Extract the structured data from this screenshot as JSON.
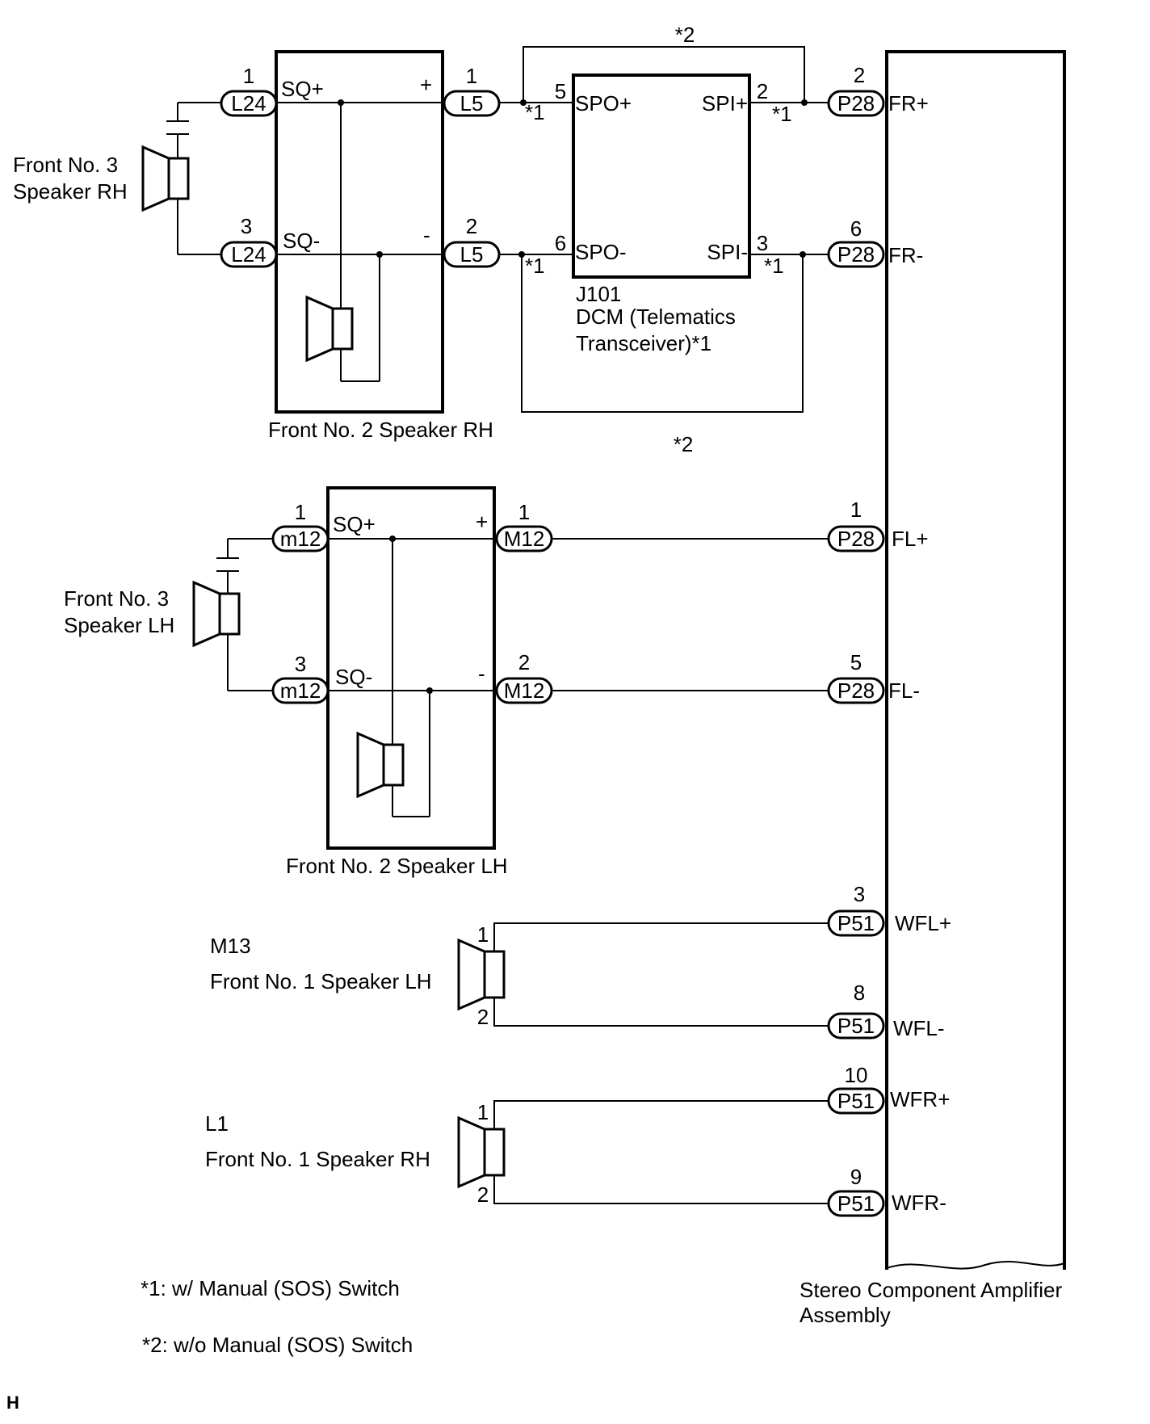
{
  "labels": {
    "front3_rh_line1": "Front No. 3",
    "front3_rh_line2": "Speaker RH",
    "front3_lh_line1": "Front No. 3",
    "front3_lh_line2": "Speaker LH",
    "front2_rh": "Front No. 2 Speaker RH",
    "front2_lh": "Front No. 2 Speaker LH",
    "dcm_id": "J101",
    "dcm_line1": "DCM (Telematics",
    "dcm_line2": "Transceiver)*1",
    "m13_id": "M13",
    "front1_lh": "Front No. 1 Speaker LH",
    "l1_id": "L1",
    "front1_rh": "Front No. 1 Speaker RH",
    "amp_line1": "Stereo Component Amplifier",
    "amp_line2": "Assembly",
    "note1": "*1: w/ Manual (SOS) Switch",
    "note2": "*2: w/o Manual (SOS) Switch",
    "corner": "H"
  },
  "connectors": {
    "L24": "L24",
    "L5": "L5",
    "P28": "P28",
    "m12": "m12",
    "M12": "M12",
    "P51": "P51"
  },
  "pins": {
    "l24_top": "1",
    "l24_bot": "3",
    "l5_top": "1",
    "l5_bot": "2",
    "dcm_spo_plus": "5",
    "dcm_spo_minus": "6",
    "dcm_spi_plus": "2",
    "dcm_spi_minus": "3",
    "p28_frp": "2",
    "p28_frm": "6",
    "p28_flp": "1",
    "p28_flm": "5",
    "m12a_top": "1",
    "m12a_bot": "3",
    "m12b_top": "1",
    "m12b_bot": "2",
    "p51_wflp": "3",
    "p51_wflm": "8",
    "p51_wfrp": "10",
    "p51_wfrm": "9",
    "m13_top": "1",
    "m13_bot": "2",
    "l1_top": "1",
    "l1_bot": "2"
  },
  "terminals": {
    "sq_plus": "SQ+",
    "sq_minus": "SQ-",
    "plus": "+",
    "minus": "-",
    "spo_plus": "SPO+",
    "spo_minus": "SPO-",
    "spi_plus": "SPI+",
    "spi_minus": "SPI-",
    "fr_plus": "FR+",
    "fr_minus": "FR-",
    "fl_plus": "FL+",
    "fl_minus": "FL-",
    "wfl_plus": "WFL+",
    "wfl_minus": "WFL-",
    "wfr_plus": "WFR+",
    "wfr_minus": "WFR-"
  },
  "marks": {
    "note1_mark": "*1",
    "note2_mark": "*2"
  }
}
